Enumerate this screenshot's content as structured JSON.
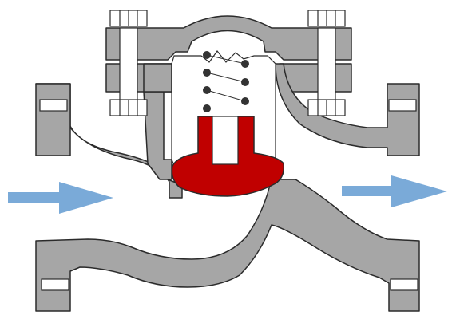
{
  "diagram": {
    "parts": [
      "valve-body",
      "bonnet",
      "bolted-flange-joints",
      "spring",
      "valve-disc",
      "valve-seat",
      "inlet-flange",
      "outlet-flange"
    ],
    "flow_direction": "left-to-right",
    "colors": {
      "body": "#a6a6a6",
      "outline": "#2b2b2b",
      "disc": "#c00000",
      "flow_arrow": "#7aaad8",
      "spring_coil": "#333333",
      "bolt_face": "#ffffff",
      "background": "#ffffff"
    },
    "icons": {
      "inlet_arrow": "arrow-right-icon",
      "outlet_arrow": "arrow-right-icon"
    }
  }
}
